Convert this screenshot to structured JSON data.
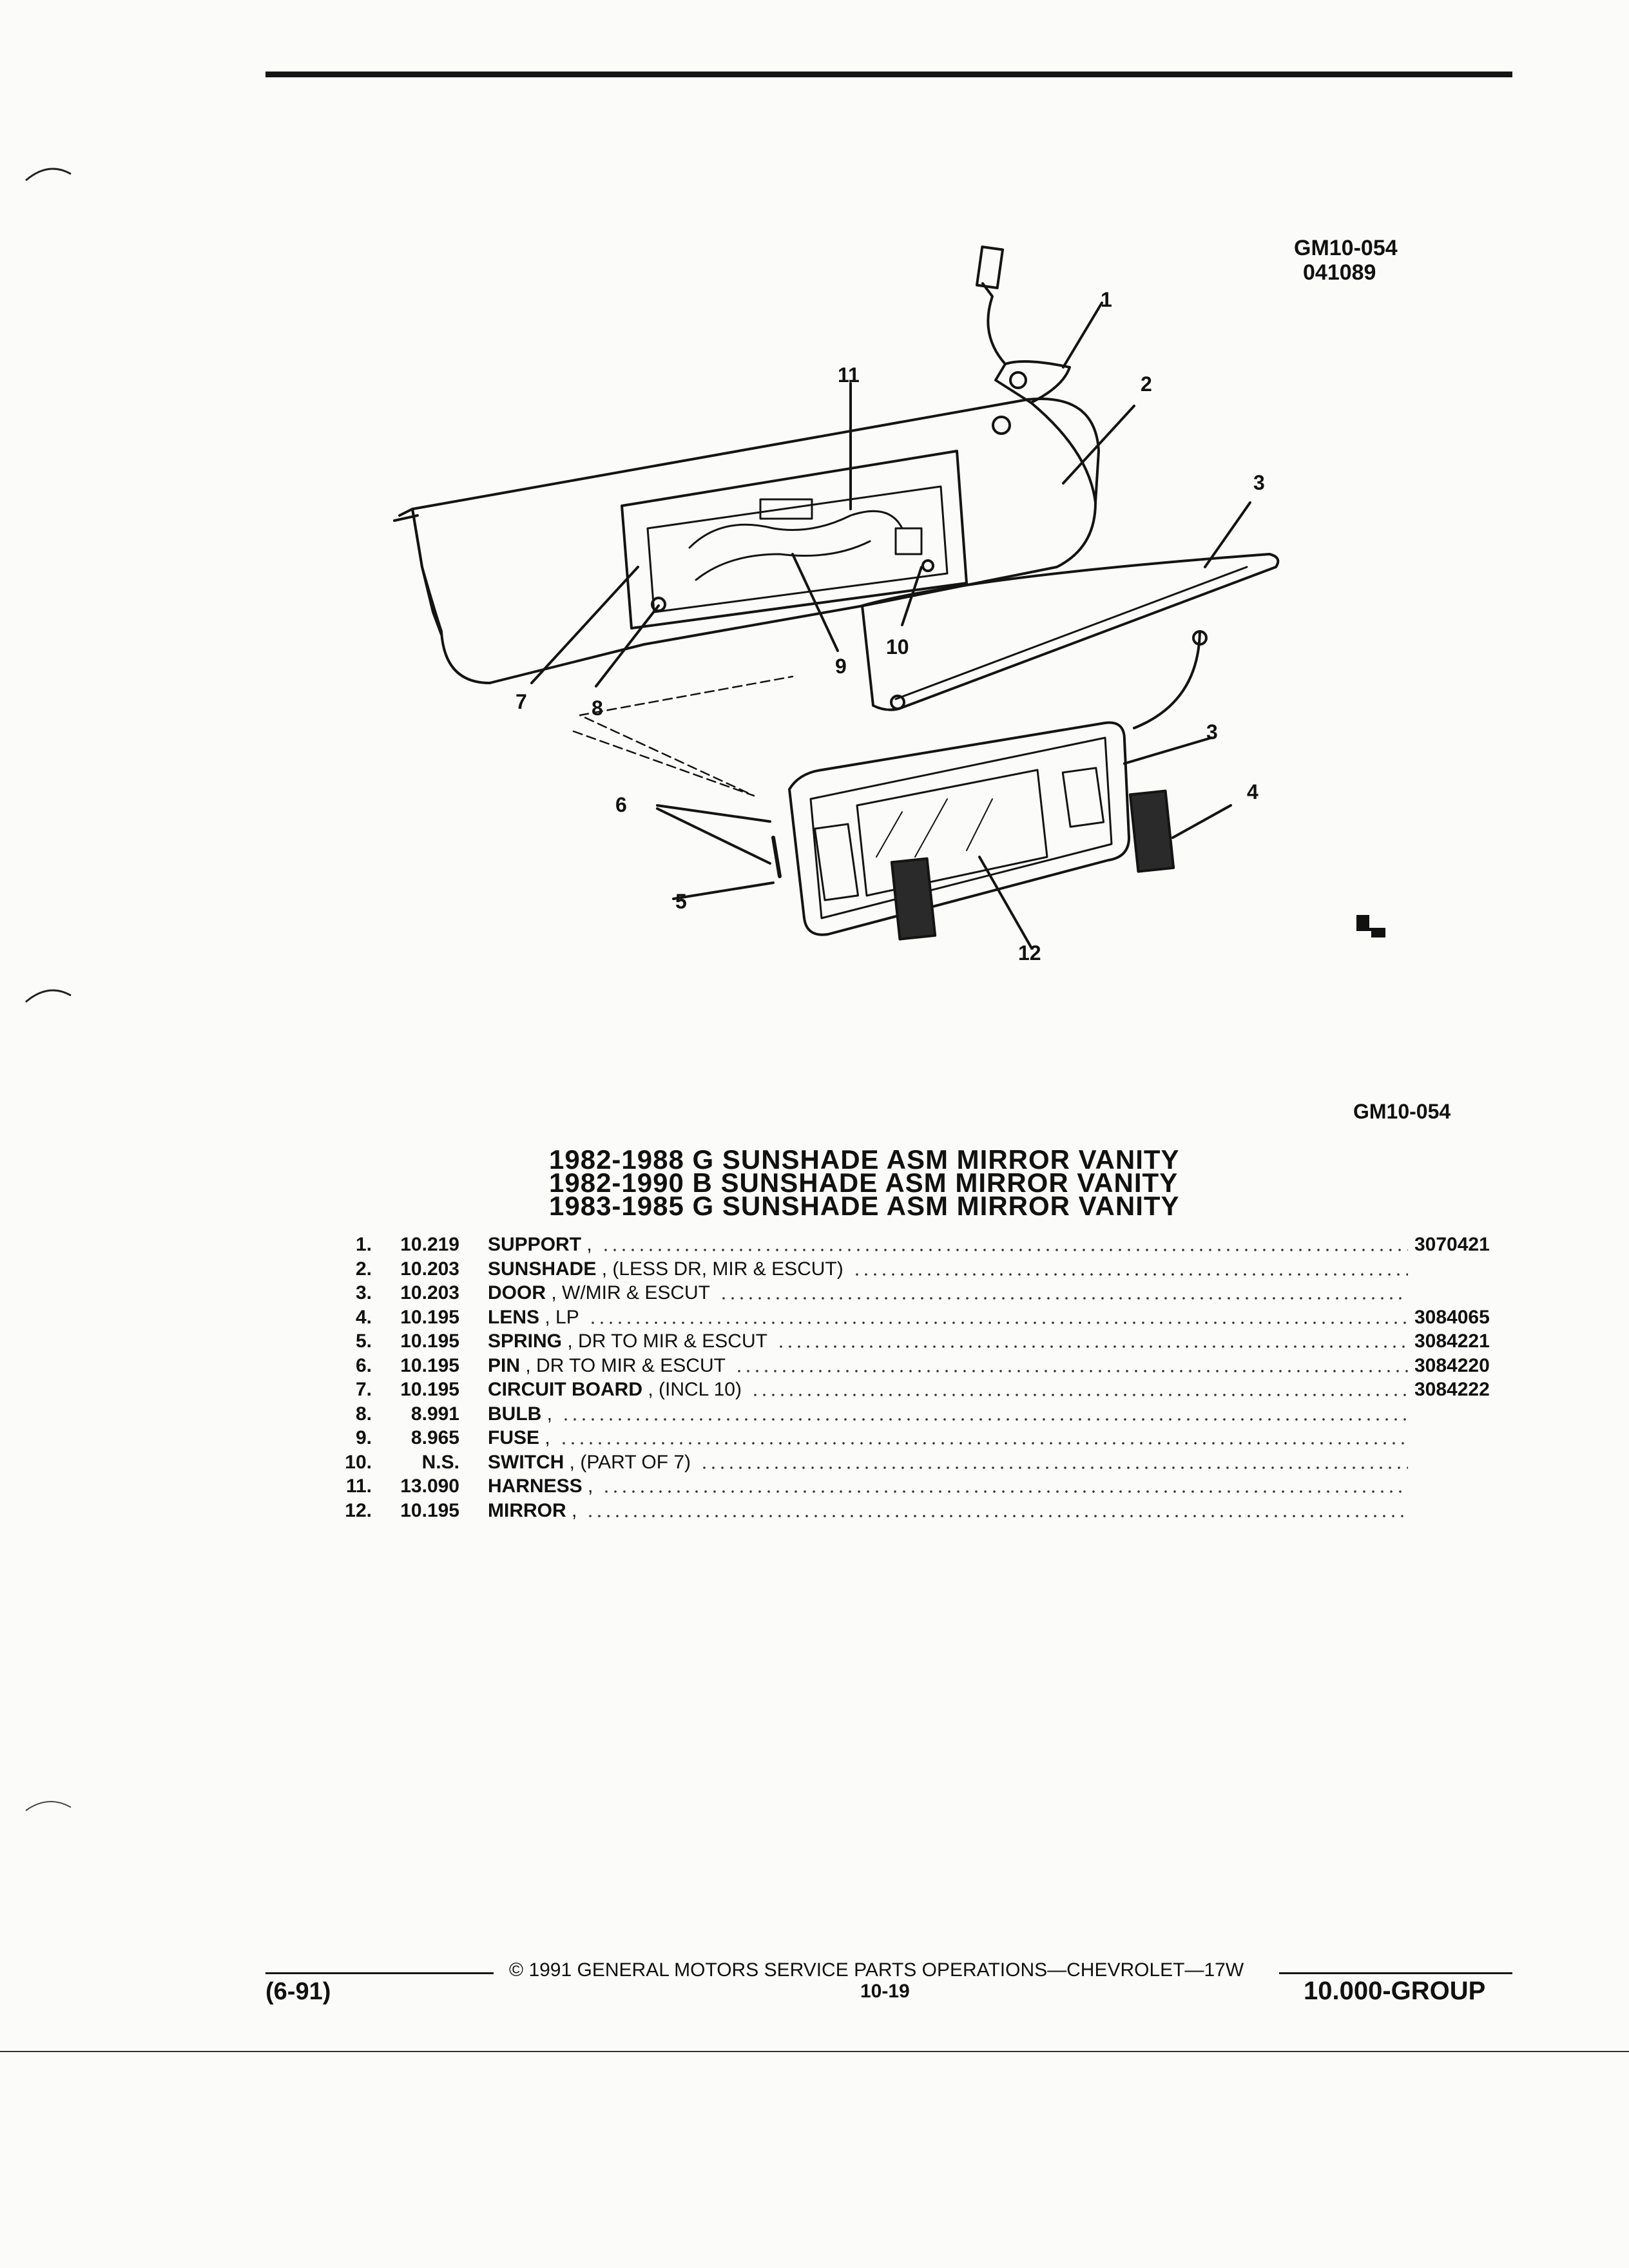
{
  "page": {
    "ref_top_line1": "GM10-054",
    "ref_top_line2": "041089",
    "ref_mid": "GM10-054"
  },
  "illustration": {
    "callouts": [
      "1",
      "2",
      "3",
      "3",
      "4",
      "5",
      "6",
      "7",
      "8",
      "9",
      "10",
      "11",
      "12"
    ]
  },
  "titles": [
    "1982-1988 G SUNSHADE ASM MIRROR VANITY",
    "1982-1990 B SUNSHADE ASM MIRROR VANITY",
    "1983-1985 G SUNSHADE ASM MIRROR VANITY"
  ],
  "parts": [
    {
      "num": "1.",
      "group": "10.219",
      "name": "SUPPORT",
      "qual": ",",
      "part_no": "3070421"
    },
    {
      "num": "2.",
      "group": "10.203",
      "name": "SUNSHADE",
      "qual": ", (LESS DR, MIR & ESCUT)",
      "part_no": ""
    },
    {
      "num": "3.",
      "group": "10.203",
      "name": "DOOR",
      "qual": ", W/MIR & ESCUT",
      "part_no": ""
    },
    {
      "num": "4.",
      "group": "10.195",
      "name": "LENS",
      "qual": ", LP",
      "part_no": "3084065"
    },
    {
      "num": "5.",
      "group": "10.195",
      "name": "SPRING",
      "qual": ", DR TO MIR & ESCUT",
      "part_no": "3084221"
    },
    {
      "num": "6.",
      "group": "10.195",
      "name": "PIN",
      "qual": ", DR TO MIR & ESCUT",
      "part_no": "3084220"
    },
    {
      "num": "7.",
      "group": "10.195",
      "name": "CIRCUIT BOARD",
      "qual": ", (INCL 10)",
      "part_no": "3084222"
    },
    {
      "num": "8.",
      "group": "8.991",
      "name": "BULB",
      "qual": ",",
      "part_no": ""
    },
    {
      "num": "9.",
      "group": "8.965",
      "name": "FUSE",
      "qual": ",",
      "part_no": ""
    },
    {
      "num": "10.",
      "group": "N.S.",
      "name": "SWITCH",
      "qual": ", (PART OF 7)",
      "part_no": ""
    },
    {
      "num": "11.",
      "group": "13.090",
      "name": "HARNESS",
      "qual": ",",
      "part_no": ""
    },
    {
      "num": "12.",
      "group": "10.195",
      "name": "MIRROR",
      "qual": ",",
      "part_no": ""
    }
  ],
  "footer": {
    "copyright": "© 1991 GENERAL MOTORS SERVICE PARTS OPERATIONS—CHEVROLET—17W",
    "date_code": "(6-91)",
    "page_num": "10-19",
    "group_code": "10.000-GROUP"
  }
}
